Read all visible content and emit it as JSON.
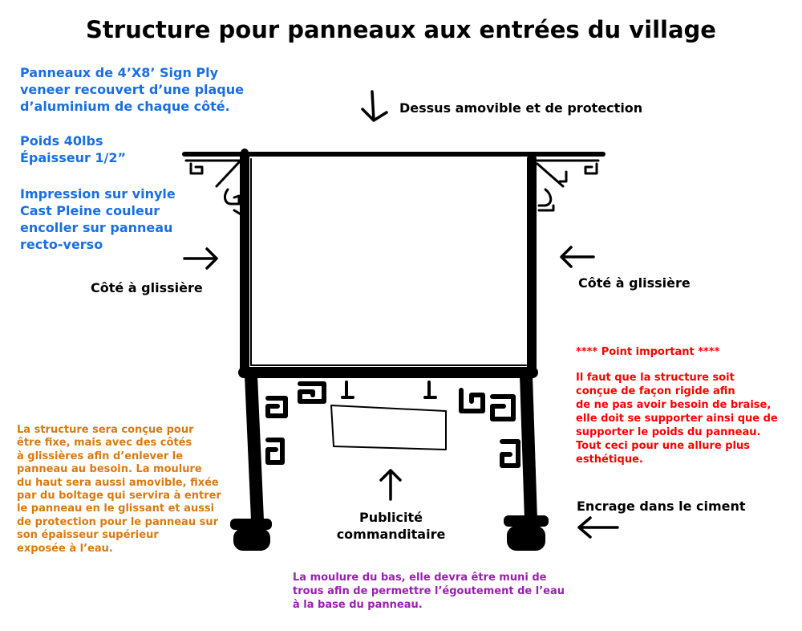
{
  "title": "Structure pour panneaux aux entrées du village",
  "notes": {
    "panel_spec": "Panneaux de 4’X8’ Sign Ply\nveneer recouvert d’une plaque\nd’aluminium de chaque côté.",
    "weight": "Poids 40lbs\nÉpaisseur 1/2”",
    "printing": "Impression sur vinyle\nCast  Pleine couleur\nencoller sur panneau\nrecto-verso",
    "important_heading": "**** Point important ****",
    "important_body": "Il faut que la structure soit\nconçue de façon rigide afin\nde ne pas avoir besoin de braise,\nelle doit se supporter ainsi que de\nsupporter le poids du panneau.\nTout ceci pour une allure plus\nesthétique.",
    "structure_desc": "La structure sera conçue pour\nêtre fixe, mais avec des côtés\nà glissières afin d’enlever le\npanneau au besoin.  La moulure\ndu haut sera aussi amovible, fixée\npar du boltage qui servira à entrer\nle panneau en le glissant et aussi\nde protection pour le panneau sur\nson épaisseur supérieur\nexposée à l’eau.",
    "bottom_molding": "La moulure du bas, elle devra être muni de\ntrous afin de permettre l’égoutement de l’eau\nà la base du panneau."
  },
  "labels": {
    "top": "Dessus amovible et de protection",
    "side_left": "Côté à glissière",
    "side_right": "Côté à glissière",
    "sponsor": "Publicité\ncommanditaire",
    "anchor": "Encrage dans le ciment"
  }
}
